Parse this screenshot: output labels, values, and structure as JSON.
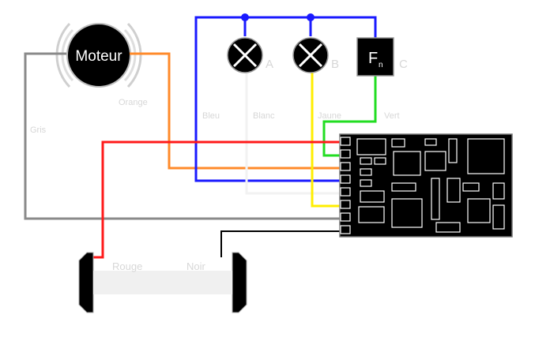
{
  "motor": {
    "label": "Moteur"
  },
  "outputs": [
    {
      "id": "A",
      "label": "A"
    },
    {
      "id": "B",
      "label": "B"
    },
    {
      "id": "C",
      "label": "C"
    }
  ],
  "function_box": {
    "label_main": "F",
    "label_sub": "n"
  },
  "wire_labels": {
    "orange": "Orange",
    "gris": "Gris",
    "bleu": "Bleu",
    "blanc": "Blanc",
    "jaune": "Jaune",
    "vert": "Vert",
    "rouge": "Rouge",
    "noir": "Noir"
  },
  "colors": {
    "red": "#ff1a1a",
    "orange": "#ff8a2a",
    "blue": "#1a1aff",
    "gray": "#8a8a8a",
    "yellow": "#ffee00",
    "green": "#22dd22",
    "white_wire": "#f2f2f2",
    "black": "#000000"
  }
}
